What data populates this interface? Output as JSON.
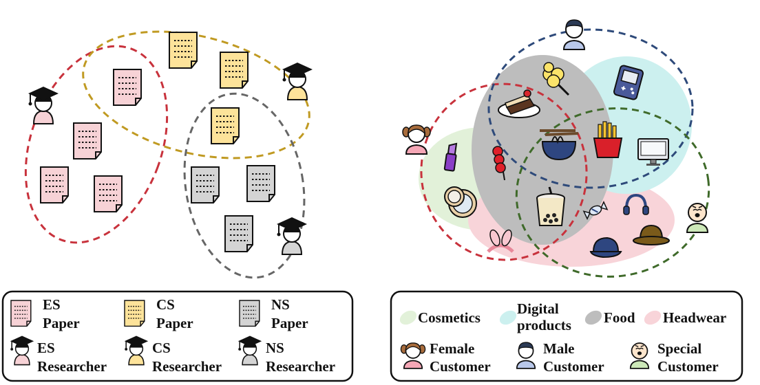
{
  "left_legend": {
    "es_paper": [
      "ES",
      "Paper"
    ],
    "cs_paper": [
      "CS",
      "Paper"
    ],
    "ns_paper": [
      "NS",
      "Paper"
    ],
    "es_researcher": [
      "ES",
      "Researcher"
    ],
    "cs_researcher": [
      "CS",
      "Researcher"
    ],
    "ns_researcher": [
      "NS",
      "Researcher"
    ]
  },
  "right_legend": {
    "cosmetics": "Cosmetics",
    "digital_products": [
      "Digital",
      "products"
    ],
    "food": "Food",
    "headwear": "Headwear",
    "female_customer": [
      "Female",
      "Customer"
    ],
    "male_customer": [
      "Male",
      "Customer"
    ],
    "special_customer": [
      "Special",
      "Customer"
    ]
  },
  "colors": {
    "es": "#f7d2d6",
    "cs": "#fde39a",
    "ns": "#d4d4d4",
    "es_edge": "#c8323c",
    "cs_edge": "#c09a22",
    "ns_edge": "#666666",
    "cosmetics": "#e2f1d9",
    "digital": "#ccf0ef",
    "food": "#bdbdbd",
    "headwear": "#f8d4d9",
    "female": "#f5a7b6",
    "male": "#b9c8ea",
    "special": "#cce8b8",
    "male_edge": "#2e4a7a",
    "special_edge": "#3f6a2a"
  },
  "icons": [
    "paper-icon",
    "graduate-icon",
    "female-customer-icon",
    "male-customer-icon",
    "special-customer-icon",
    "lipstick-icon",
    "compact-mirror-icon",
    "cake-icon",
    "candy-floss-icon",
    "tanghulu-icon",
    "noodle-bowl-icon",
    "fries-icon",
    "bubble-tea-icon",
    "candy-icon",
    "game-console-icon",
    "monitor-icon",
    "headphones-icon",
    "cap-icon",
    "bowler-hat-icon",
    "bunny-ears-icon"
  ]
}
